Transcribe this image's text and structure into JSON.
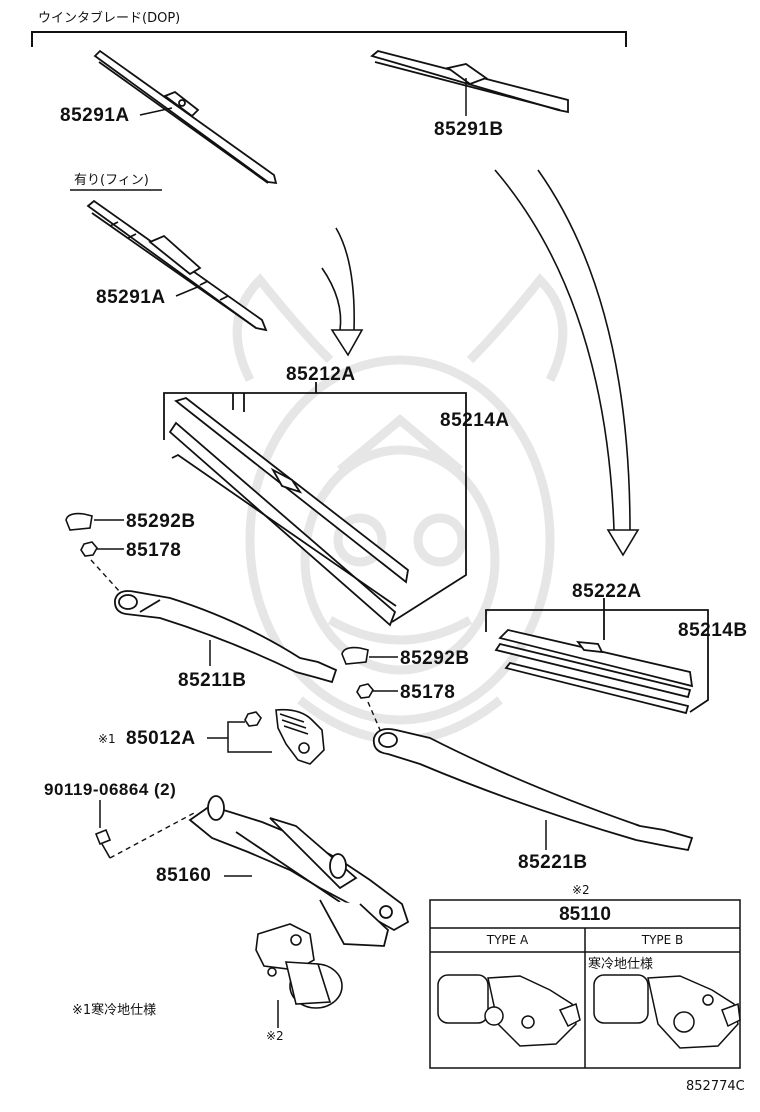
{
  "header": {
    "group_label": "ウインタブレード(DOP)",
    "fin_note": "有り(フィン)"
  },
  "parts": {
    "p85291A_top": "85291A",
    "p85291B": "85291B",
    "p85291A_fin": "85291A",
    "p85212A": "85212A",
    "p85214A": "85214A",
    "p85292B_left": "85292B",
    "p85178_left": "85178",
    "p85211B": "85211B",
    "p85222A": "85222A",
    "p85214B": "85214B",
    "p85292B_right": "85292B",
    "p85178_right": "85178",
    "p85012A": "85012A",
    "p85012A_mark": "※1",
    "p90119": "90119-06864 (2)",
    "p85221B": "85221B",
    "p85160": "85160",
    "motor_mark": "※2"
  },
  "motor_box": {
    "mark": "※2",
    "part_no": "85110",
    "type_a": "TYPE A",
    "type_b": "TYPE B",
    "type_b_note": "寒冷地仕様"
  },
  "footnote": "※1寒冷地仕様",
  "diagram_id": "852774C",
  "colors": {
    "line": "#111111",
    "watermark": "#e4e4e4"
  }
}
